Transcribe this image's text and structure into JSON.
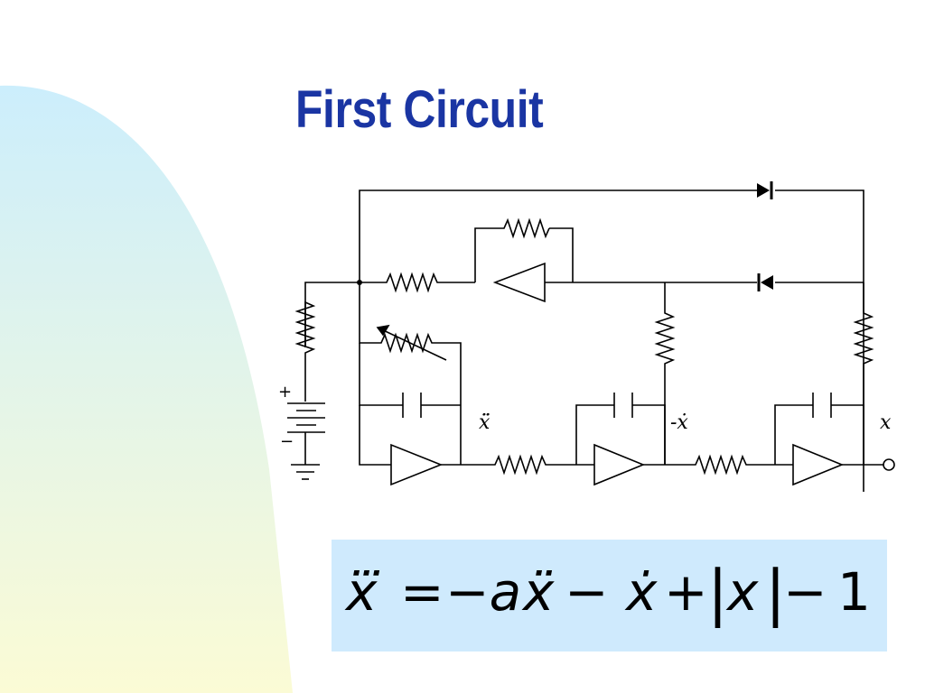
{
  "slide": {
    "title": "First Circuit",
    "colors": {
      "title": "#1a35a3",
      "equation_box": "#cfeafd",
      "background_gradient_top": "#cceefc",
      "background_gradient_bottom": "#fbfbd5"
    }
  },
  "circuit": {
    "labels": {
      "plus": "+",
      "minus": "−",
      "x_ddot": "ẍ̈",
      "neg_x_dot": "-ẋ",
      "x": "x"
    },
    "icons": [
      "battery-icon",
      "ground-icon",
      "diode-icon",
      "resistor-icon",
      "variable-resistor-icon",
      "capacitor-icon",
      "amplifier-icon",
      "output-terminal-icon"
    ]
  },
  "equation": {
    "lhs": "x⃛",
    "equals": "=",
    "minus_a": "−a",
    "x_ddot": "ẍ",
    "minus_1": "−",
    "x_dot": "ẋ",
    "plus": "+",
    "abs_open": "|",
    "abs_x": "x",
    "abs_close": "|",
    "minus_2": "−",
    "one": "1"
  }
}
